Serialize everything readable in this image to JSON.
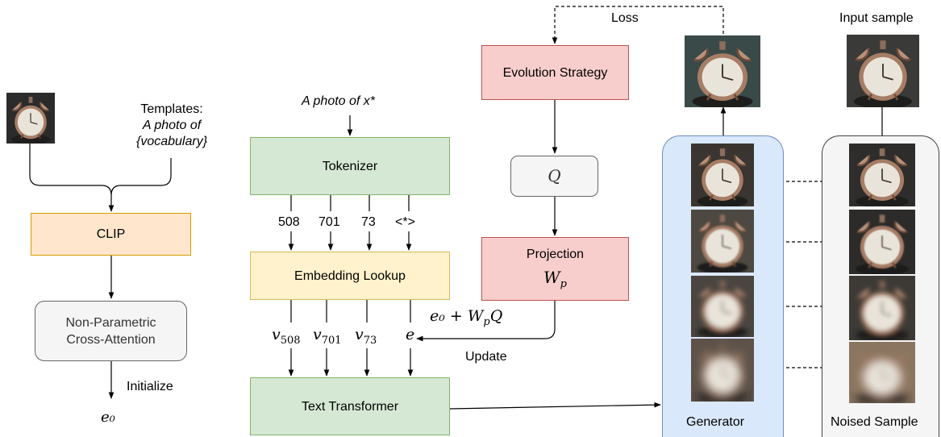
{
  "clip_branch": {
    "templates_heading": "Templates:",
    "templates_line1": "A photo of",
    "templates_line2": "{vocabulary}",
    "clip_label": "CLIP",
    "cross_attention_line1": "Non-Parametric",
    "cross_attention_line2": "Cross-Attention",
    "initialize_label": "Initialize",
    "e0_label": "e₀"
  },
  "text_branch": {
    "prompt": "A photo of x*",
    "tokenizer_label": "Tokenizer",
    "token_ids": [
      "508",
      "701",
      "73",
      "<*>"
    ],
    "embedding_label": "Embedding Lookup",
    "embedding_vectors": [
      {
        "base": "v",
        "sub": "508"
      },
      {
        "base": "v",
        "sub": "701"
      },
      {
        "base": "v",
        "sub": "73"
      },
      {
        "base": "e",
        "sub": ""
      }
    ],
    "text_transformer_label": "Text Transformer"
  },
  "optimization": {
    "loss_label": "Loss",
    "evolution_label": "Evolution Strategy",
    "q_label": "Q",
    "projection_label": "Projection",
    "wp_base": "W",
    "wp_sub": "p",
    "update_formula_prefix": "e₀ + W",
    "update_formula_sub": "p",
    "update_formula_suffix": "Q",
    "update_label": "Update"
  },
  "generator": {
    "label": "Generator",
    "blur_levels": [
      0,
      1.5,
      4,
      7
    ]
  },
  "noised": {
    "input_label": "Input sample",
    "label": "Noised Sample",
    "blur_levels": [
      0,
      1,
      3.5,
      7
    ]
  },
  "colors": {
    "green_fill": "#d5e8d4",
    "orange_fill": "#ffe6cc",
    "yellow_fill": "#fff2cc",
    "red_fill": "#f8cecc",
    "gray_fill": "#f5f5f5",
    "generator_fill": "#dae8fc",
    "generator_border": "#6c8ebf",
    "noised_fill": "#f5f5f5"
  }
}
